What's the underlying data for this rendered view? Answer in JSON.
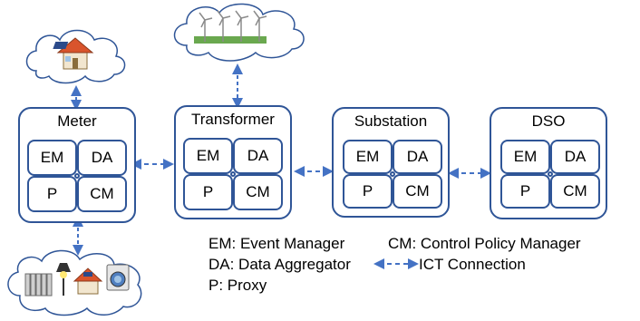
{
  "nodes": [
    {
      "id": "meter",
      "title": "Meter",
      "cells": [
        "EM",
        "DA",
        "P",
        "CM"
      ]
    },
    {
      "id": "transformer",
      "title": "Transformer",
      "cells": [
        "EM",
        "DA",
        "P",
        "CM"
      ]
    },
    {
      "id": "substation",
      "title": "Substation",
      "cells": [
        "EM",
        "DA",
        "P",
        "CM"
      ]
    },
    {
      "id": "dso",
      "title": "DSO",
      "cells": [
        "EM",
        "DA",
        "P",
        "CM"
      ]
    }
  ],
  "legend": {
    "em": "EM: Event Manager",
    "cm": "CM: Control Policy Manager",
    "da": "DA: Data Aggregator",
    "ict": "ICT Connection",
    "p": "P: Proxy"
  },
  "colors": {
    "border": "#2f5597",
    "connection": "#4472c4",
    "cloud_border": "#2f5597"
  },
  "icons": {
    "top_left_cloud": "solar-house-icon",
    "top_middle_cloud": "wind-turbines-icon",
    "bottom_left_cloud": "home-appliances-icon"
  }
}
